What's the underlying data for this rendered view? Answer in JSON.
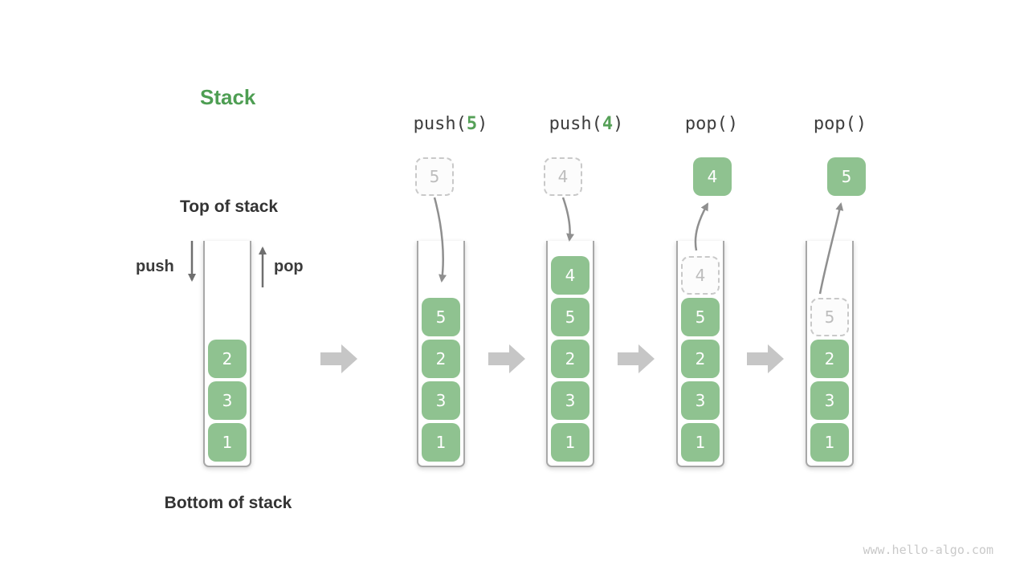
{
  "title": "Stack",
  "labels": {
    "top_of_stack": "Top of stack",
    "bottom_of_stack": "Bottom of stack",
    "push": "push",
    "pop": "pop"
  },
  "operations": [
    {
      "prefix": "push(",
      "arg": "5",
      "suffix": ")"
    },
    {
      "prefix": "push(",
      "arg": "4",
      "suffix": ")"
    },
    {
      "prefix": "pop()",
      "arg": "",
      "suffix": ""
    },
    {
      "prefix": "pop()",
      "arg": "",
      "suffix": ""
    }
  ],
  "stacks": [
    {
      "name": "initial-stack",
      "blocks": [
        {
          "value": "2"
        },
        {
          "value": "3"
        },
        {
          "value": "1"
        }
      ]
    },
    {
      "name": "after-push-5",
      "floating": {
        "style": "ghost",
        "value": "5"
      },
      "blocks": [
        {
          "value": "5"
        },
        {
          "value": "2"
        },
        {
          "value": "3"
        },
        {
          "value": "1"
        }
      ]
    },
    {
      "name": "after-push-4",
      "floating": {
        "style": "ghost",
        "value": "4"
      },
      "blocks": [
        {
          "value": "4"
        },
        {
          "value": "5"
        },
        {
          "value": "2"
        },
        {
          "value": "3"
        },
        {
          "value": "1"
        }
      ]
    },
    {
      "name": "after-pop-4",
      "floating": {
        "style": "solid",
        "value": "4"
      },
      "blocks": [
        {
          "value": "4",
          "ghost": true
        },
        {
          "value": "5"
        },
        {
          "value": "2"
        },
        {
          "value": "3"
        },
        {
          "value": "1"
        }
      ]
    },
    {
      "name": "after-pop-5",
      "floating": {
        "style": "solid",
        "value": "5"
      },
      "blocks": [
        {
          "value": "5",
          "ghost": true
        },
        {
          "value": "2"
        },
        {
          "value": "3"
        },
        {
          "value": "1"
        }
      ]
    }
  ],
  "watermark": "www.hello-algo.com",
  "colors": {
    "block_green": "#8FC290",
    "title_green": "#4E9E53",
    "arg_green": "#55A057",
    "curved_arrow_gray": "#8F8F8F",
    "straight_arrow_gray": "#6F6F6F",
    "block_arrow_gray": "#C6C6C6",
    "ghost_border": "#C9C9C9",
    "ghost_text": "#BDBDBD",
    "container_border": "#A8A8A8",
    "text_dark": "#3B3B3B",
    "watermark_gray": "#C9C9C9"
  }
}
